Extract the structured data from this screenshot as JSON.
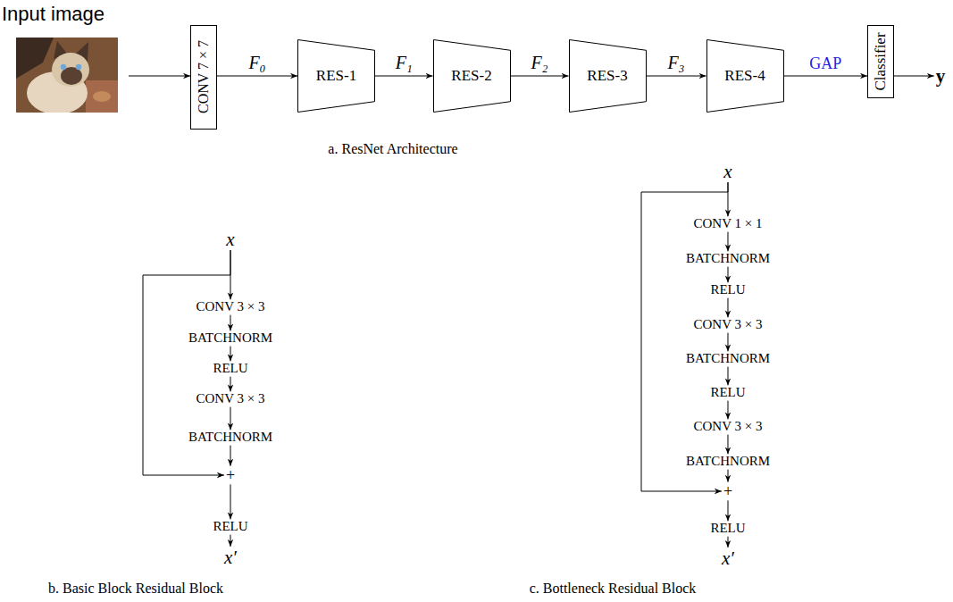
{
  "diagram": {
    "nodes": [
      {
        "text": [
          "Input image"
        ]
      },
      {
        "text": [
          "CONV 7 × 7"
        ]
      },
      {
        "text": [
          "RES-1"
        ]
      },
      {
        "text": [
          "RES-2"
        ]
      },
      {
        "text": [
          "RES-3"
        ]
      },
      {
        "text": [
          "RES-4"
        ]
      },
      {
        "text": [
          "Classifier"
        ]
      },
      {
        "text": [
          "y"
        ]
      },
      {
        "text": [
          "x"
        ]
      },
      {
        "text": [
          "CONV 3 × 3"
        ]
      },
      {
        "text": [
          "BATCHNORM"
        ]
      },
      {
        "text": [
          "RELU"
        ]
      },
      {
        "text": [
          "CONV 3 × 3"
        ]
      },
      {
        "text": [
          "BATCHNORM"
        ]
      },
      {
        "text": [
          "+"
        ]
      },
      {
        "text": [
          "RELU"
        ]
      },
      {
        "text": [
          "x′"
        ]
      },
      {
        "text": [
          "x"
        ]
      },
      {
        "text": [
          "CONV 1 × 1"
        ]
      },
      {
        "text": [
          "BATCHNORM"
        ]
      },
      {
        "text": [
          "RELU"
        ]
      },
      {
        "text": [
          "CONV 3 × 3"
        ]
      },
      {
        "text": [
          "BATCHNORM"
        ]
      },
      {
        "text": [
          "RELU"
        ]
      },
      {
        "text": [
          "CONV 3 × 3"
        ]
      },
      {
        "text": [
          "BATCHNORM"
        ]
      },
      {
        "text": [
          "+"
        ]
      },
      {
        "text": [
          "RELU"
        ]
      },
      {
        "text": [
          "x′"
        ]
      }
    ],
    "edges": [
      {
        "from": 0,
        "to": 1,
        "arrow": "to"
      },
      {
        "from": 1,
        "to": 2,
        "label": "F₀",
        "arrow": "to"
      },
      {
        "from": 2,
        "to": 3,
        "label": "F₁",
        "arrow": "to"
      },
      {
        "from": 3,
        "to": 4,
        "label": "F₂",
        "arrow": "to"
      },
      {
        "from": 4,
        "to": 5,
        "label": "F₃",
        "arrow": "to"
      },
      {
        "from": 5,
        "to": 6,
        "label": "GAP",
        "arrow": "to"
      },
      {
        "from": 6,
        "to": 7,
        "arrow": "to"
      },
      {
        "from": 8,
        "to": 9,
        "arrow": "to"
      },
      {
        "from": 9,
        "to": 10,
        "arrow": "to"
      },
      {
        "from": 10,
        "to": 11,
        "arrow": "to"
      },
      {
        "from": 11,
        "to": 12,
        "arrow": "to"
      },
      {
        "from": 12,
        "to": 13,
        "arrow": "to"
      },
      {
        "from": 13,
        "to": 14,
        "arrow": "to"
      },
      {
        "from": 14,
        "to": 15,
        "arrow": "to"
      },
      {
        "from": 15,
        "to": 16,
        "arrow": "to"
      },
      {
        "from": 8,
        "to": 14,
        "arrow": "to"
      },
      {
        "from": 17,
        "to": 18,
        "arrow": "to"
      },
      {
        "from": 18,
        "to": 19,
        "arrow": "to"
      },
      {
        "from": 19,
        "to": 20,
        "arrow": "to"
      },
      {
        "from": 20,
        "to": 21,
        "arrow": "to"
      },
      {
        "from": 21,
        "to": 22,
        "arrow": "to"
      },
      {
        "from": 22,
        "to": 23,
        "arrow": "to"
      },
      {
        "from": 23,
        "to": 24,
        "arrow": "to"
      },
      {
        "from": 24,
        "to": 25,
        "arrow": "to"
      },
      {
        "from": 25,
        "to": 26,
        "arrow": "to"
      },
      {
        "from": 26,
        "to": 27,
        "arrow": "to"
      },
      {
        "from": 27,
        "to": 28,
        "arrow": "to"
      },
      {
        "from": 17,
        "to": 26,
        "arrow": "to"
      }
    ],
    "labels": [
      "a. ResNet Architecture",
      "b. Basic Block Residual Block",
      "c. Bottleneck Residual Block"
    ]
  }
}
